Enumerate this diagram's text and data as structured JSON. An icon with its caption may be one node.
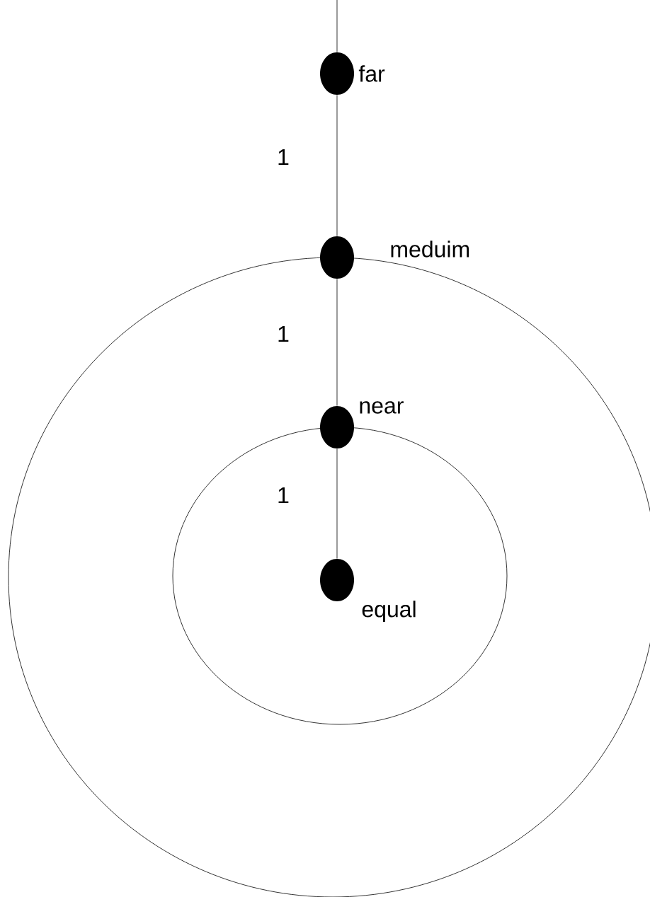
{
  "diagram": {
    "nodes": [
      {
        "text": [],
        "shape": "circle",
        "beside": [
          "far"
        ]
      },
      {
        "text": [],
        "shape": "circle",
        "beside": [
          "meduim"
        ]
      },
      {
        "text": [],
        "shape": "circle",
        "beside": [
          "near"
        ]
      },
      {
        "text": [],
        "shape": "circle",
        "beside": [
          "equal"
        ]
      }
    ],
    "edges": [
      {
        "from": null,
        "to": 0,
        "arrow": "none"
      },
      {
        "from": 0,
        "to": 1,
        "arrow": "none",
        "label": "1"
      },
      {
        "from": 1,
        "to": 2,
        "arrow": "none",
        "label": "1"
      },
      {
        "from": 2,
        "to": 3,
        "arrow": "none",
        "label": "1"
      }
    ]
  }
}
